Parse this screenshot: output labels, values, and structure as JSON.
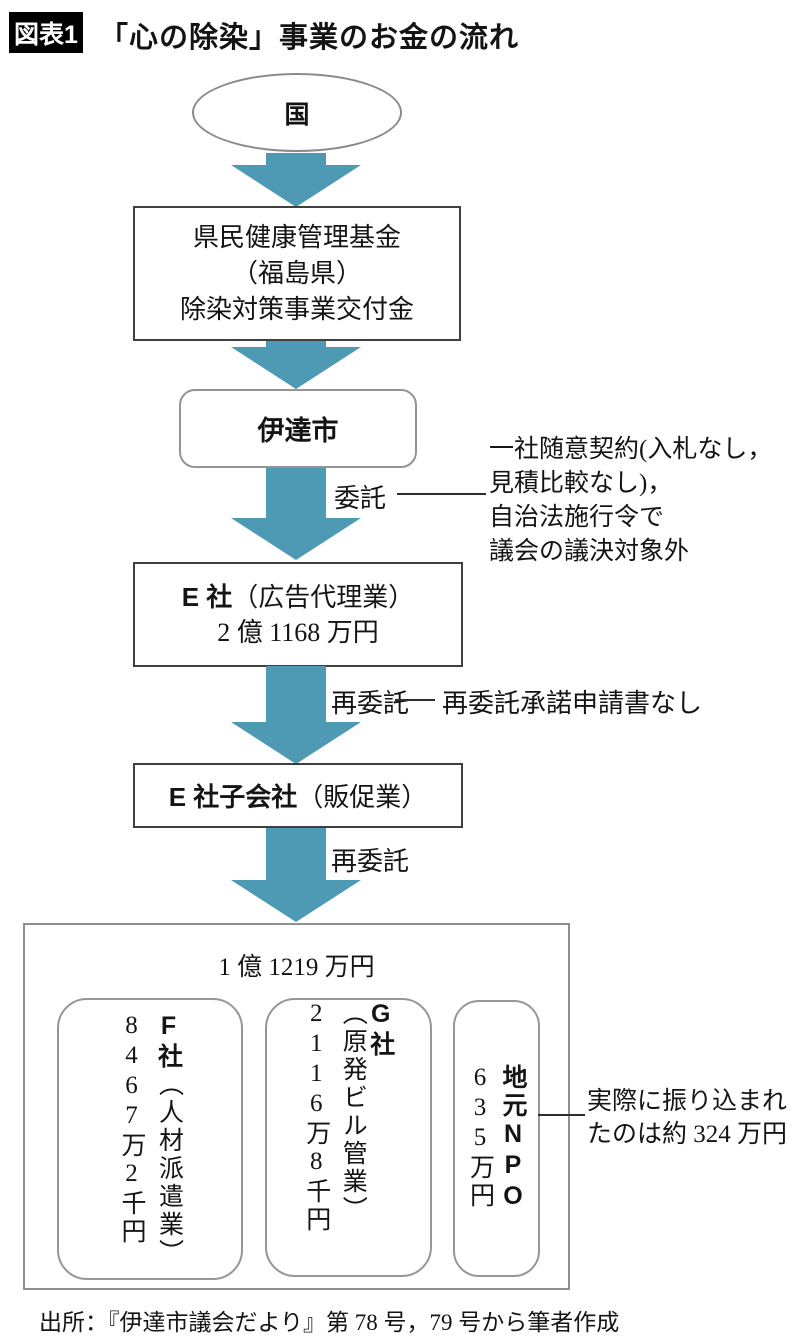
{
  "colors": {
    "arrow": "#4e99b4"
  },
  "header": {
    "tag": "図表1",
    "title": "「心の除染」事業のお金の流れ"
  },
  "flow": {
    "national_label": "国",
    "fund_box": {
      "line1": "県民健康管理基金",
      "line2": "（福島県）",
      "line3": "除染対策事業交付金"
    },
    "city_label": "伊達市",
    "delegation": {
      "label": "委託",
      "note_line1": "一社随意契約(入札なし，",
      "note_line2": "見積比較なし)，",
      "note_line3": "自治法施行令で",
      "note_line4": "議会の議決対象外"
    },
    "company_e": {
      "name": "E 社",
      "type": "（広告代理業）",
      "amount": "2 億 1168 万円"
    },
    "redelegation1": {
      "label": "再委託",
      "note": "再委託承諾申請書なし"
    },
    "subsidiary": {
      "name": "E 社子会社",
      "type": "（販促業）"
    },
    "redelegation2": {
      "label": "再委託"
    },
    "recipients": {
      "total": "1 億 1219 万円",
      "companies": [
        {
          "name": "F社",
          "type": "（人材派遣業）",
          "amount": "8467万2千円"
        },
        {
          "name": "G社",
          "type": "（原発ビル管業）",
          "amount": "2116万8千円"
        },
        {
          "name": "地元NPO",
          "type": "",
          "amount": "635万円"
        }
      ]
    },
    "transfer_note": {
      "line1": "実際に振り込まれ",
      "line2": "たのは約 324 万円"
    }
  },
  "source": "出所：『伊達市議会だより』第 78 号，79 号から筆者作成"
}
